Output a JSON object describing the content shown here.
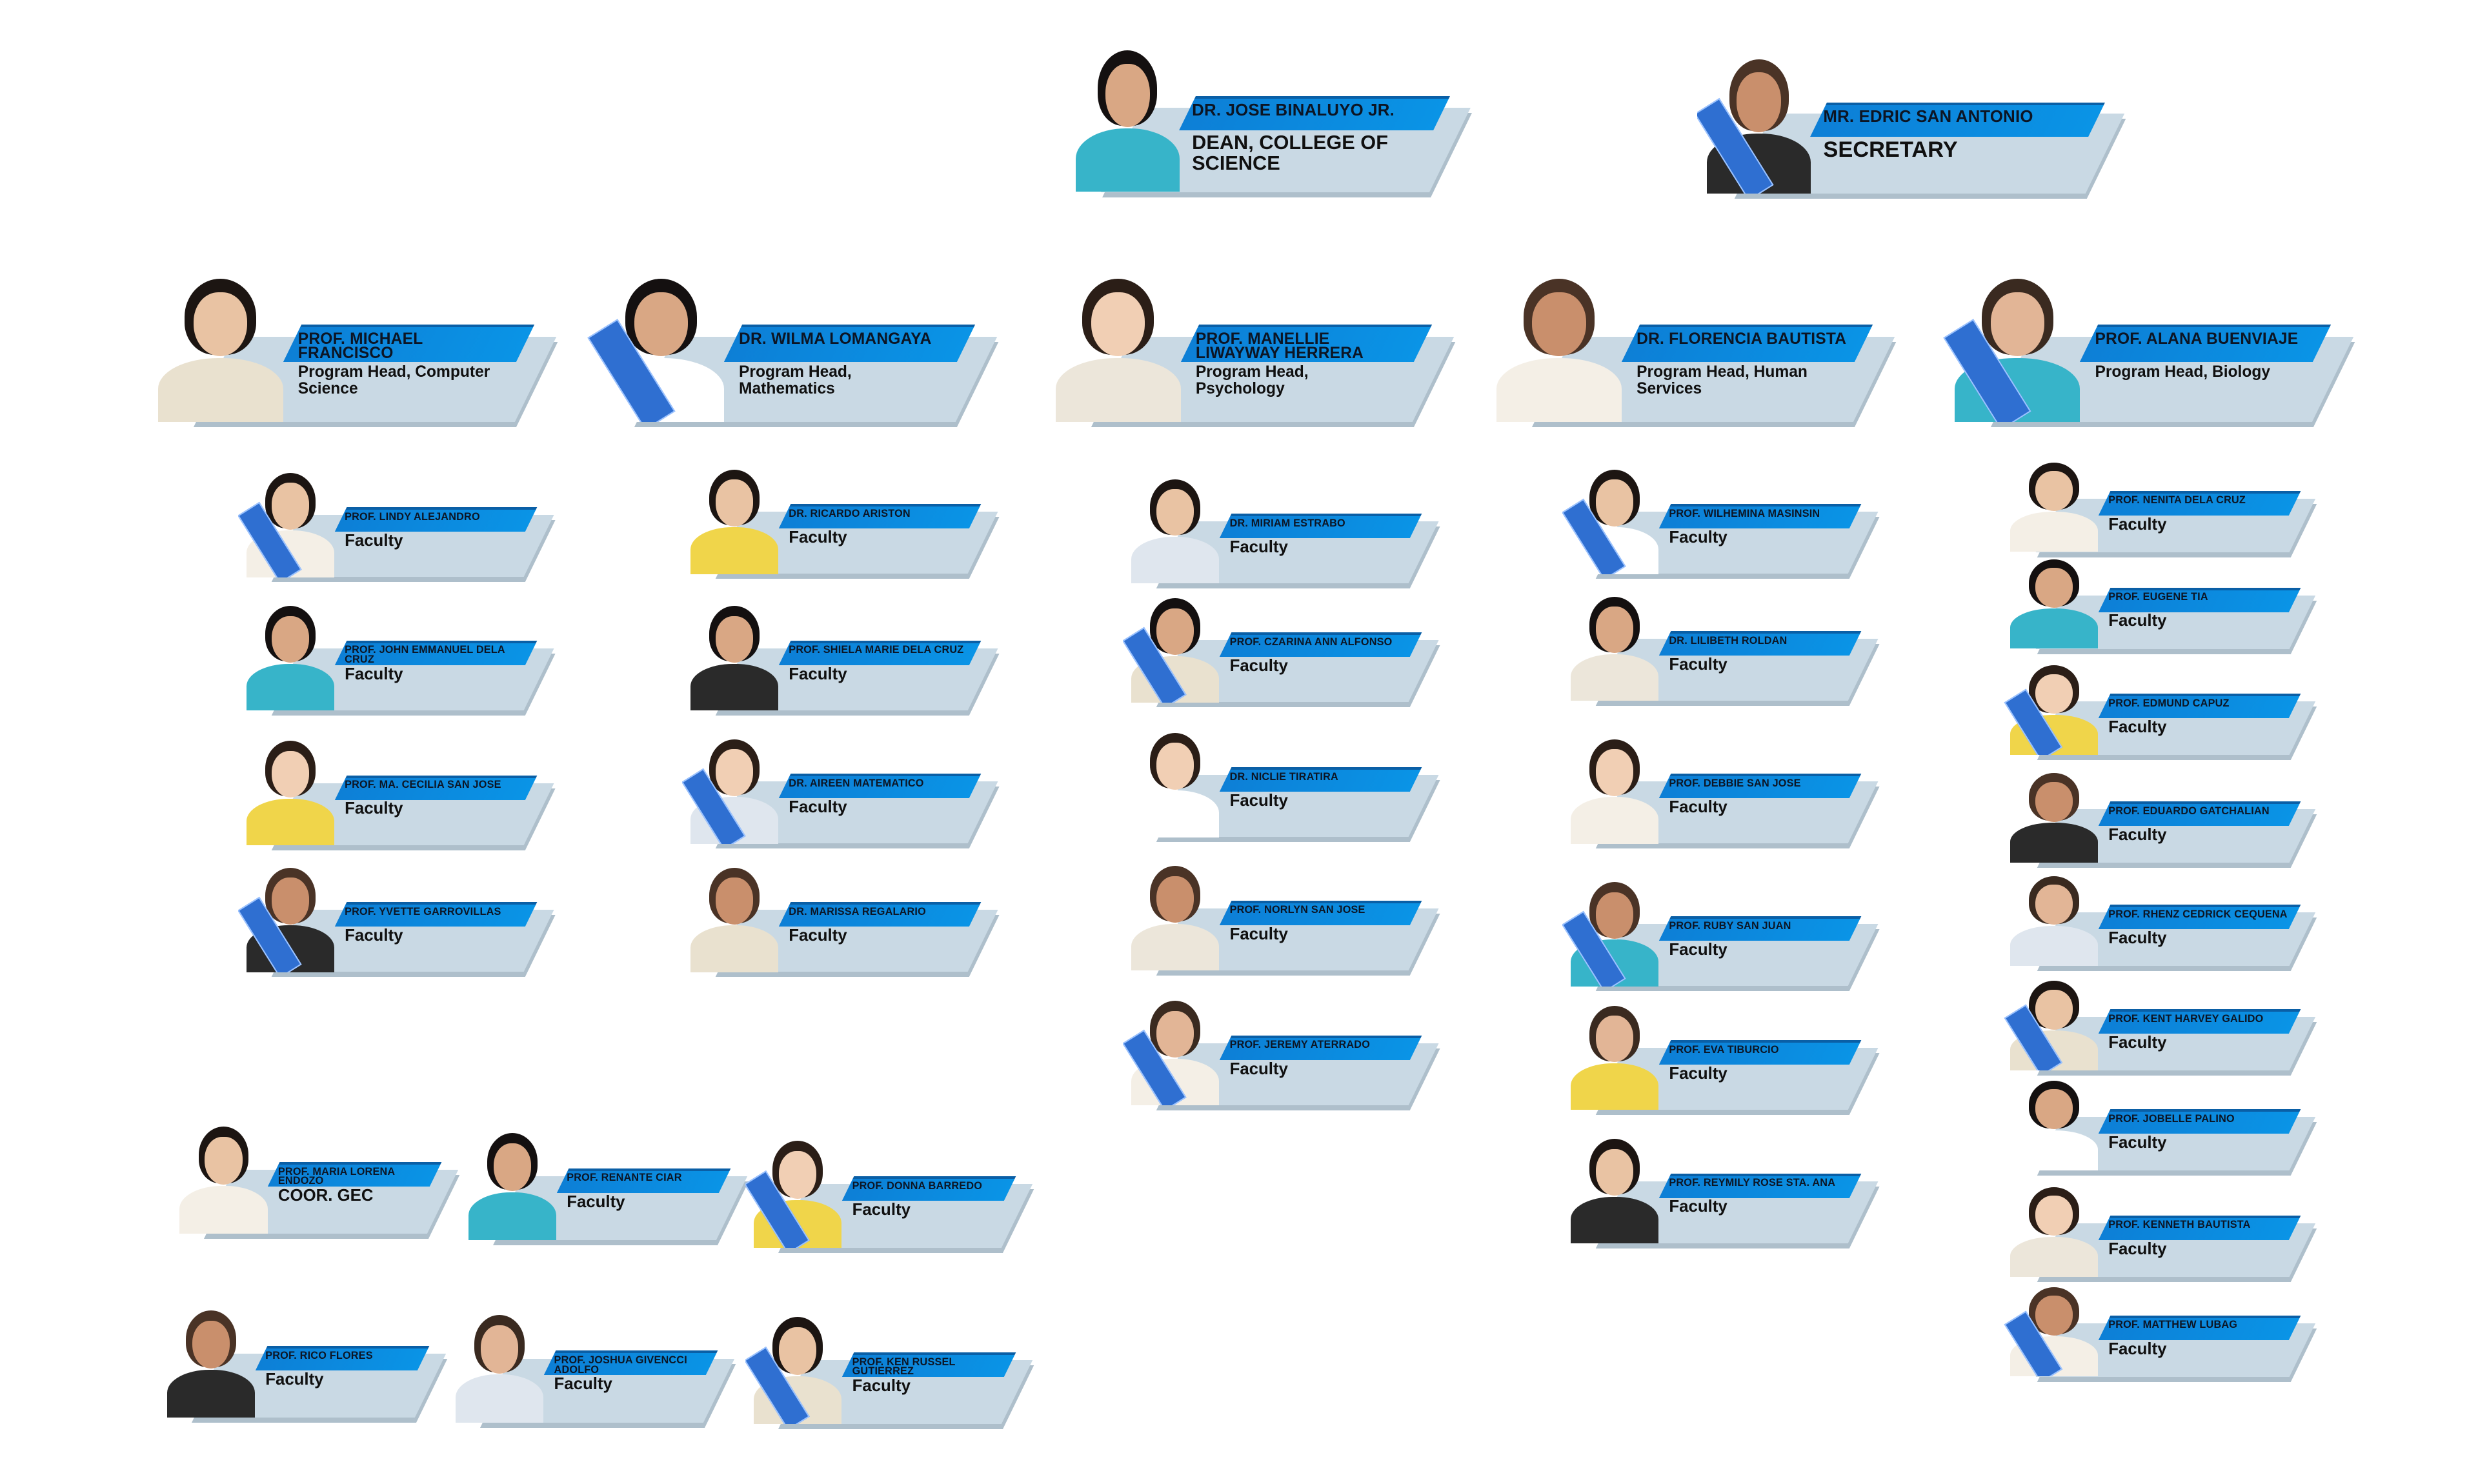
{
  "leaders": [
    {
      "id": "dean",
      "name": "DR. JOSE BINALUYO JR.",
      "role": "DEAN, COLLEGE OF SCIENCE"
    },
    {
      "id": "secretary",
      "name": "MR. EDRIC SAN ANTONIO",
      "role": "SECRETARY"
    }
  ],
  "program_heads": [
    {
      "name": "PROF. MICHAEL FRANCISCO",
      "role": "Program Head, Computer Science"
    },
    {
      "name": "DR. WILMA LOMANGAYA",
      "role": "Program Head, Mathematics"
    },
    {
      "name": "PROF. MANELLIE LIWAYWAY HERRERA",
      "role": "Program Head, Psychology"
    },
    {
      "name": "DR. FLORENCIA BAUTISTA",
      "role": "Program Head, Human Services"
    },
    {
      "name": "PROF. ALANA BUENVIAJE",
      "role": "Program Head, Biology"
    }
  ],
  "faculty_columns": [
    {
      "members": [
        {
          "name": "PROF. LINDY ALEJANDRO",
          "role": "Faculty"
        },
        {
          "name": "PROF. JOHN EMMANUEL DELA CRUZ",
          "role": "Faculty"
        },
        {
          "name": "PROF. MA. CECILIA SAN JOSE",
          "role": "Faculty"
        },
        {
          "name": "PROF. YVETTE GARROVILLAS",
          "role": "Faculty"
        }
      ]
    },
    {
      "members": [
        {
          "name": "DR. RICARDO ARISTON",
          "role": "Faculty"
        },
        {
          "name": "PROF. SHIELA MARIE DELA CRUZ",
          "role": "Faculty"
        },
        {
          "name": "DR. AIREEN MATEMATICO",
          "role": "Faculty"
        },
        {
          "name": "DR. MARISSA REGALARIO",
          "role": "Faculty"
        }
      ]
    },
    {
      "members": [
        {
          "name": "DR. MIRIAM ESTRABO",
          "role": "Faculty"
        },
        {
          "name": "PROF. CZARINA ANN ALFONSO",
          "role": "Faculty"
        },
        {
          "name": "DR. NICLIE TIRATIRA",
          "role": "Faculty"
        },
        {
          "name": "PROF. NORLYN SAN JOSE",
          "role": "Faculty"
        },
        {
          "name": "PROF. JEREMY ATERRADO",
          "role": "Faculty"
        }
      ]
    },
    {
      "members": [
        {
          "name": "PROF. WILHEMINA MASINSIN",
          "role": "Faculty"
        },
        {
          "name": "DR. LILIBETH ROLDAN",
          "role": "Faculty"
        },
        {
          "name": "PROF. DEBBIE SAN JOSE",
          "role": "Faculty"
        },
        {
          "name": "PROF. RUBY SAN JUAN",
          "role": "Faculty"
        },
        {
          "name": "PROF. EVA TIBURCIO",
          "role": "Faculty"
        },
        {
          "name": "PROF. REYMILY ROSE STA. ANA",
          "role": "Faculty"
        }
      ]
    },
    {
      "members": [
        {
          "name": "PROF. NENITA DELA CRUZ",
          "role": "Faculty"
        },
        {
          "name": "PROF. EUGENE TIA",
          "role": "Faculty"
        },
        {
          "name": "PROF. EDMUND CAPUZ",
          "role": "Faculty"
        },
        {
          "name": "PROF. EDUARDO GATCHALIAN",
          "role": "Faculty"
        },
        {
          "name": "PROF. RHENZ CEDRICK CEQUENA",
          "role": "Faculty"
        },
        {
          "name": "PROF. KENT HARVEY GALIDO",
          "role": "Faculty"
        },
        {
          "name": "PROF. JOBELLE PALINO",
          "role": "Faculty"
        },
        {
          "name": "PROF. KENNETH BAUTISTA",
          "role": "Faculty"
        },
        {
          "name": "PROF. MATTHEW LUBAG",
          "role": "Faculty"
        }
      ]
    }
  ],
  "gec": [
    {
      "name": "PROF. MARIA LORENA ENDOZO",
      "role": "COOR. GEC"
    },
    {
      "name": "PROF. RENANTE CIAR",
      "role": "Faculty"
    },
    {
      "name": "PROF. DONNA BARREDO",
      "role": "Faculty"
    },
    {
      "name": "PROF. RICO FLORES",
      "role": "Faculty"
    },
    {
      "name": "PROF. JOSHUA GIVENCCI ADOLFO",
      "role": "Faculty"
    },
    {
      "name": "PROF. KEN RUSSEL GUTIERREZ",
      "role": "Faculty"
    }
  ],
  "palette": {
    "band": "#0a8fe2",
    "plate": "#c9d9e4",
    "text": "#0c1524"
  }
}
